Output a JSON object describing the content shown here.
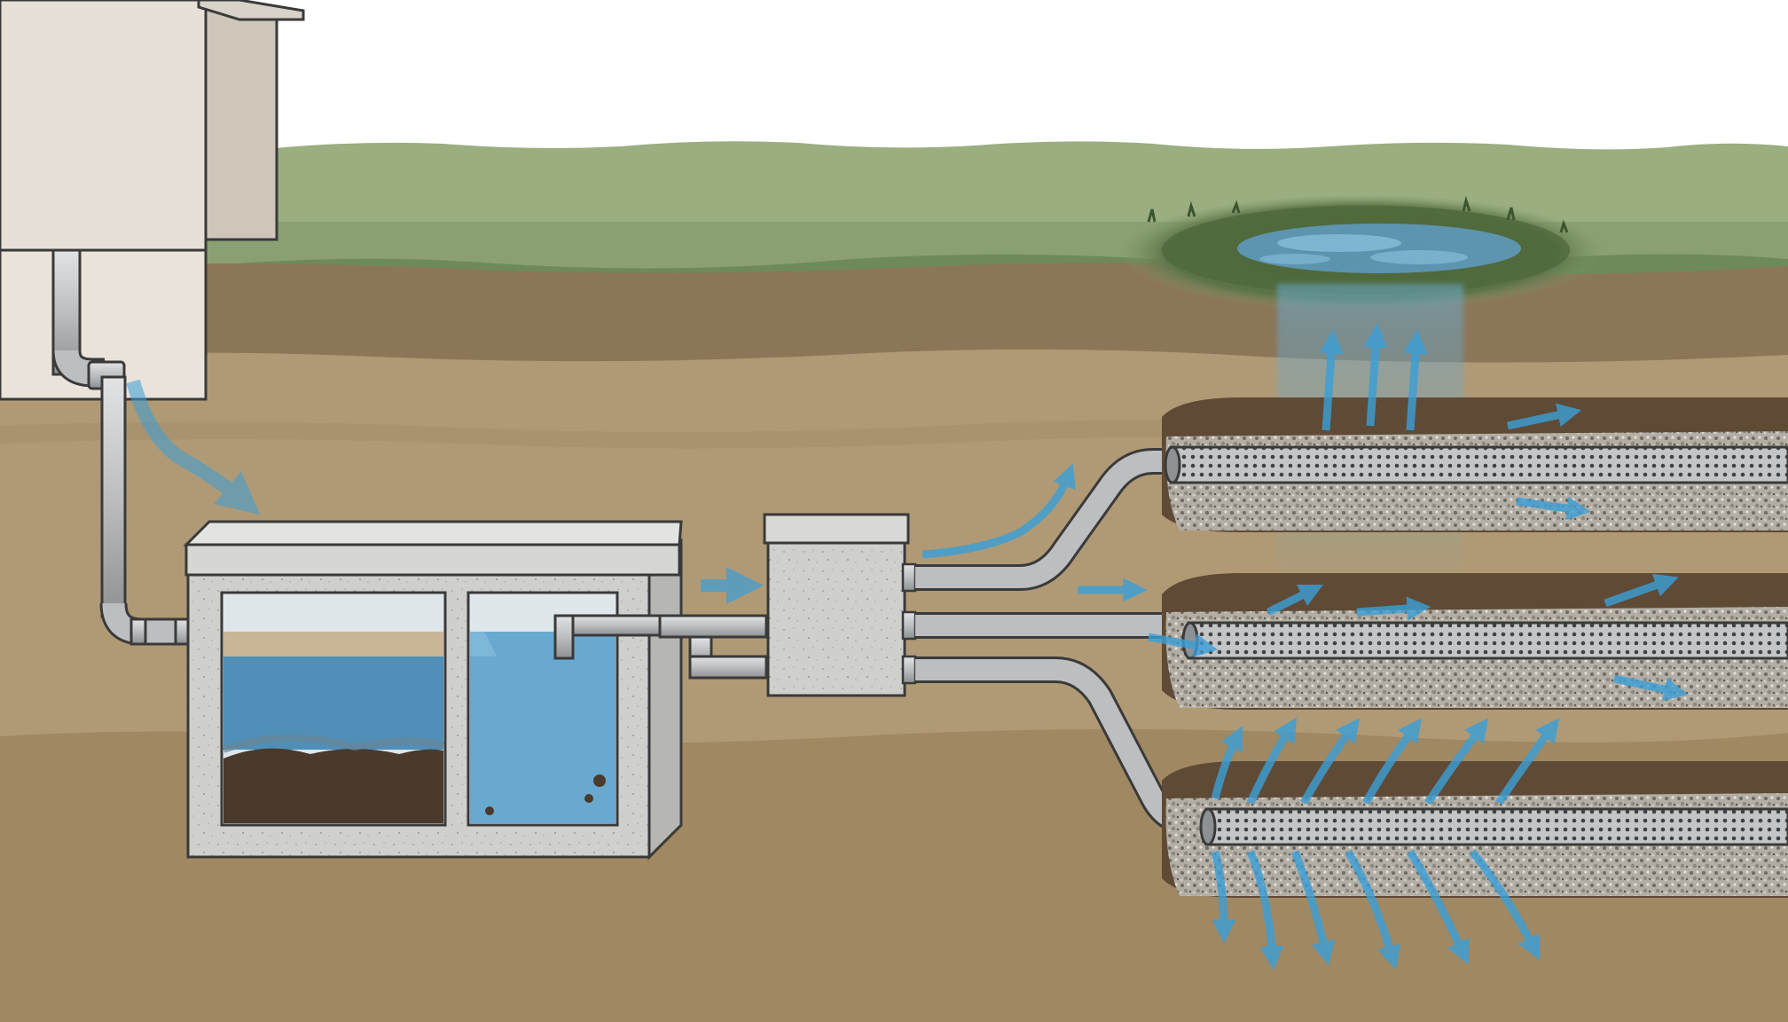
{
  "diagram": {
    "kind": "septic system cross-section",
    "labels": [],
    "components": {
      "house": {
        "icon": "house-wall"
      },
      "house_drain": {
        "icon": "drain-pipe"
      },
      "septic_tank": {
        "icon": "two-chamber-tank",
        "chambers": 2
      },
      "distribution_box": {
        "icon": "distribution-box",
        "outlets": 3
      },
      "drain_field": {
        "icon": "perforated-pipe",
        "lines": 3
      },
      "surface_pooling": {
        "icon": "wet-spot"
      }
    },
    "colors": {
      "sky": "#ffffff",
      "grass": "#9aae80",
      "grass_dark": "#7f9668",
      "topsoil": "#8b7658",
      "subsoil": "#ae9874",
      "deep_soil": "#9c8461",
      "concrete": "#cfcfcd",
      "pipe": "#b9bbbd",
      "effluent_water": "#6aa9cf",
      "flow_arrow": "#3a9fd8",
      "sludge": "#4a3a2c",
      "gravel": "#b6b1a8"
    }
  }
}
